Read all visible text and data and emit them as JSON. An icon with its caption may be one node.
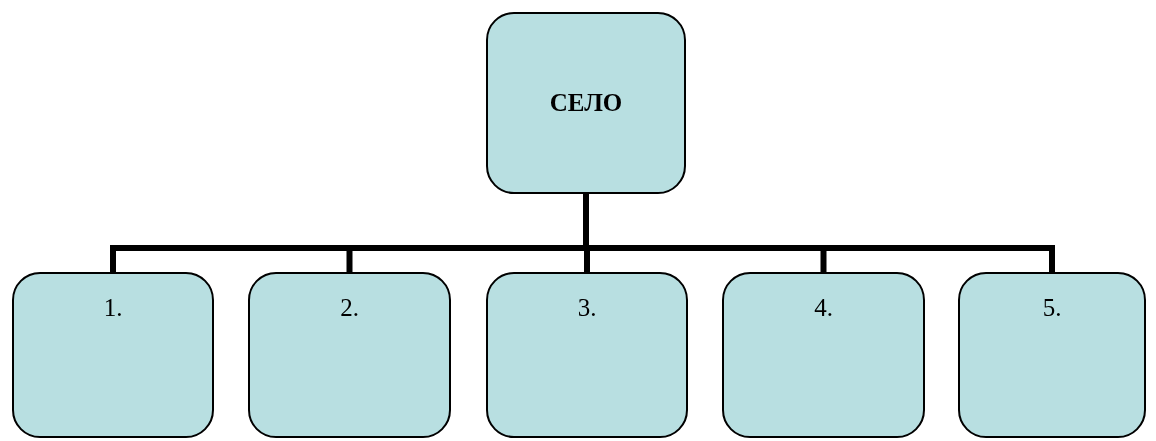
{
  "diagram": {
    "nodes": [
      {
        "text": [
          "СЕЛО"
        ]
      },
      {
        "text": [
          "1."
        ]
      },
      {
        "text": [
          "2."
        ]
      },
      {
        "text": [
          "3."
        ]
      },
      {
        "text": [
          "4."
        ]
      },
      {
        "text": [
          "5."
        ]
      }
    ],
    "edges": [
      {
        "from": 0,
        "to": 1,
        "arrow": "none"
      },
      {
        "from": 0,
        "to": 2,
        "arrow": "none"
      },
      {
        "from": 0,
        "to": 3,
        "arrow": "none"
      },
      {
        "from": 0,
        "to": 4,
        "arrow": "none"
      },
      {
        "from": 0,
        "to": 5,
        "arrow": "none"
      }
    ]
  }
}
